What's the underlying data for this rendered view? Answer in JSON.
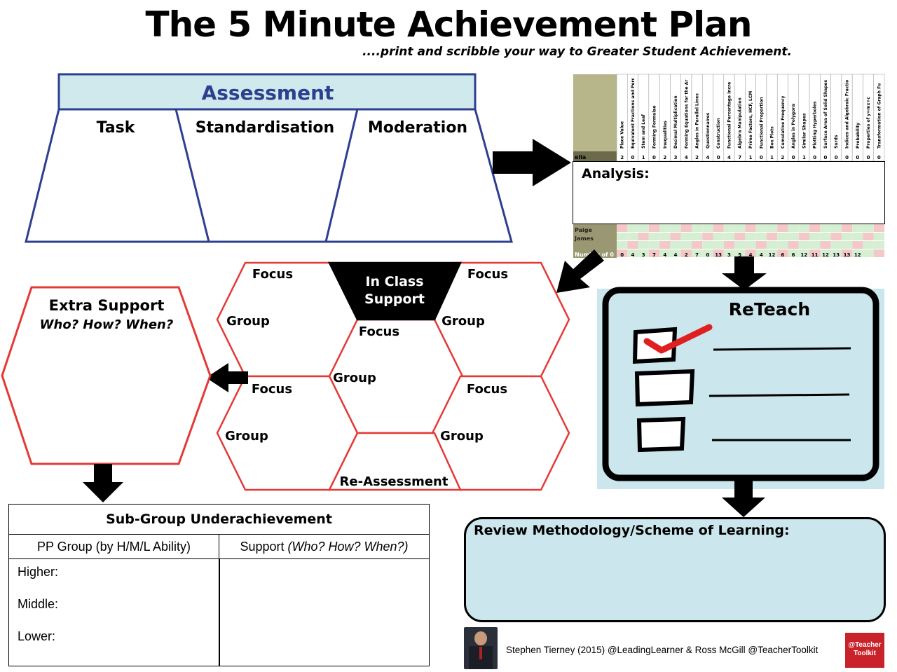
{
  "header": {
    "title": "The 5 Minute Achievement Plan",
    "subtitle": "....print and scribble your way to Greater Student Achievement."
  },
  "assessment": {
    "heading": "Assessment",
    "columns": [
      "Task",
      "Standardisation",
      "Moderation"
    ]
  },
  "spreadsheet": {
    "columns": [
      "Place Value",
      "Equivalent Fractions and Perc",
      "Stem and Leaf",
      "Forming Formulae",
      "Inequalities",
      "Decimal Multiplication",
      "Forming Equations for the Ar",
      "Angles in Parallel Lines",
      "Questionnaires",
      "Construction",
      "Functional Percentage Incre",
      "Algebra Manipulation",
      "Prime Factors, HCF, LCM",
      "Functional Proportion",
      "Box Plots",
      "Cumulative Frequency",
      "Angles in Polygons",
      "Similar Shapes",
      "Plotting Hyperboles",
      "Surface Area of Solid Shapes",
      "Surds",
      "Indices and Algebraic Fractio",
      "Probability",
      "Properties of y=mx+c",
      "Transformation of Graph Fu"
    ],
    "row_labels": [
      "ella",
      "Paige",
      "James",
      "Number of 0"
    ],
    "first_row": [
      "2",
      "0",
      "1",
      "0",
      "2",
      "3",
      "4",
      "2",
      "4",
      "0",
      "4",
      "7",
      "1",
      "0",
      "1",
      "2",
      "0",
      "1",
      "0",
      "0",
      "0",
      "0",
      "0",
      "0",
      "0"
    ],
    "last_row": [
      "0",
      "4",
      "3",
      "7",
      "4",
      "4",
      "2",
      "7",
      "0",
      "13",
      "3",
      "5",
      "4",
      "4",
      "12",
      "6",
      "6",
      "12",
      "11",
      "12",
      "13",
      "13",
      "12"
    ]
  },
  "analysis": {
    "label": "Analysis:"
  },
  "hex_grid": {
    "center_title_line1": "In Class",
    "center_title_line2": "Support",
    "focus": "Focus",
    "group": "Group",
    "reassessment": "Re-Assessment"
  },
  "extra_support": {
    "title": "Extra Support",
    "subtitle": "Who? How? When?"
  },
  "reteach": {
    "title": "ReTeach"
  },
  "subgroup": {
    "title": "Sub-Group Underachievement",
    "col_left": "PP Group (by H/M/L Ability)",
    "col_right_prefix": "Support ",
    "col_right_italic": "(Who? How? When?)",
    "rows": [
      "Higher:",
      "Middle:",
      "Lower:"
    ]
  },
  "review": {
    "label": "Review Methodology/Scheme of Learning:"
  },
  "footer": {
    "credit": "Stephen Tierney (2015) @LeadingLearner & Ross McGill @TeacherToolkit",
    "logo_line1": "@Teacher",
    "logo_line2": "Toolkit"
  },
  "colors": {
    "assessment_fill": "#cfe9ec",
    "assessment_text": "#2d3f8f",
    "hex_red": "#e53935",
    "reteach_fill": "#cbe6ec",
    "check_red": "#e02020"
  }
}
